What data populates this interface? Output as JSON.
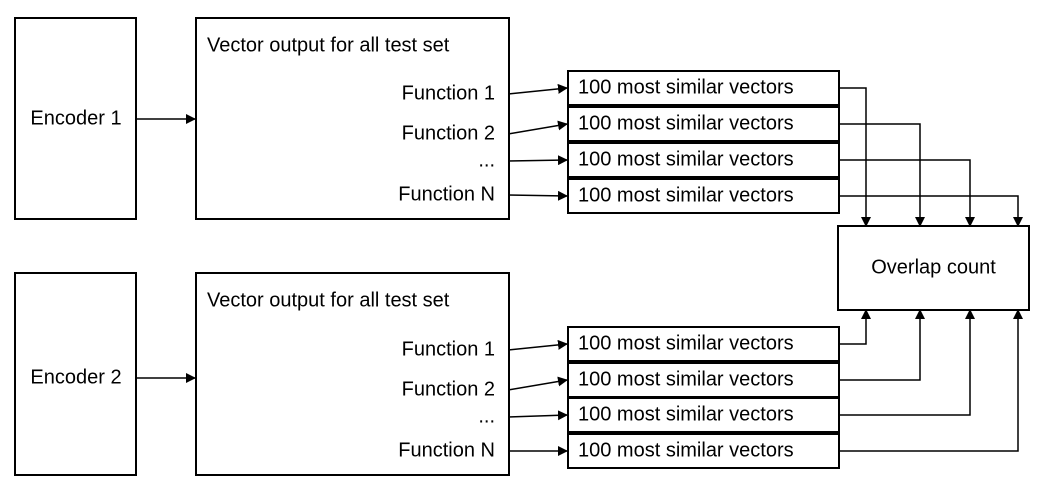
{
  "encoders": [
    {
      "name": "Encoder 1",
      "vector_title": "Vector output for all test set",
      "functions": [
        "Function 1",
        "Function 2",
        "...",
        "Function N"
      ]
    },
    {
      "name": "Encoder 2",
      "vector_title": "Vector output for all test set",
      "functions": [
        "Function 1",
        "Function 2",
        "...",
        "Function N"
      ]
    }
  ],
  "similar_label": "100 most similar vectors",
  "overlap_label": "Overlap count"
}
